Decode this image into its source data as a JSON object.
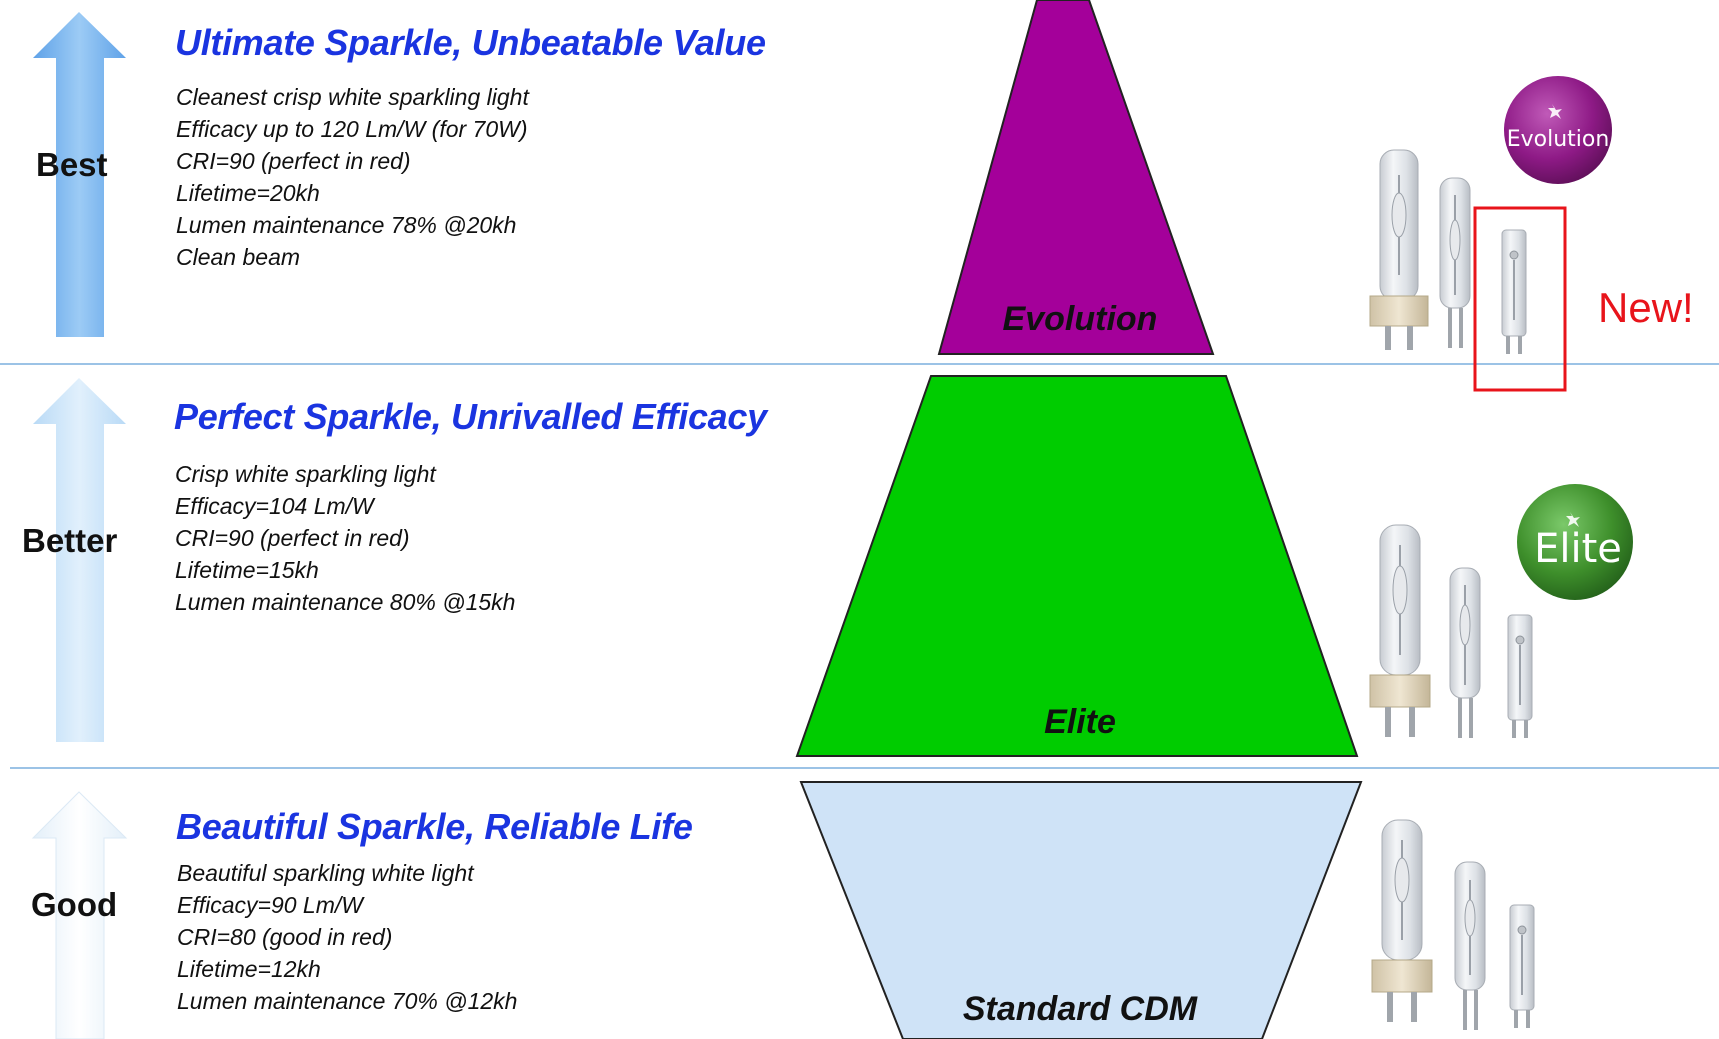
{
  "tiers": [
    {
      "rank": "Best",
      "headline": "Ultimate Sparkle, Unbeatable Value",
      "features": [
        "Cleanest crisp white sparkling light",
        "Efficacy up to 120 Lm/W (for 70W)",
        "CRI=90 (perfect in red)",
        "Lifetime=20kh",
        "Lumen maintenance  78% @20kh",
        "Clean beam"
      ],
      "level": "Evolution",
      "level_color": "#a4009a",
      "badge": "Evolution",
      "badge_color": "#8e1a86",
      "arrow_color": "#7fb8ef"
    },
    {
      "rank": "Better",
      "headline": "Perfect Sparkle, Unrivalled Efficacy",
      "features": [
        "Crisp white sparkling light",
        "Efficacy=104 Lm/W",
        "CRI=90 (perfect in red)",
        "Lifetime=15kh",
        "Lumen maintenance  80% @15kh"
      ],
      "level": "Elite",
      "level_color": "#00cc00",
      "badge": "Elite",
      "badge_color": "#3e8f2b",
      "arrow_color": "#c9e4fa"
    },
    {
      "rank": "Good",
      "headline": "Beautiful Sparkle, Reliable Life",
      "features": [
        "Beautiful sparkling white  light",
        "Efficacy=90 Lm/W",
        "CRI=80 (good  in red)",
        "Lifetime=12kh",
        "Lumen maintenance  70% @12kh"
      ],
      "level": "Standard CDM",
      "level_color": "#cfe3f7",
      "badge": "",
      "badge_color": "",
      "arrow_color": "#eef6fd"
    }
  ],
  "new_label": "New!",
  "highlight_color": "#e8141b",
  "divider_color": "#9cc3e6"
}
